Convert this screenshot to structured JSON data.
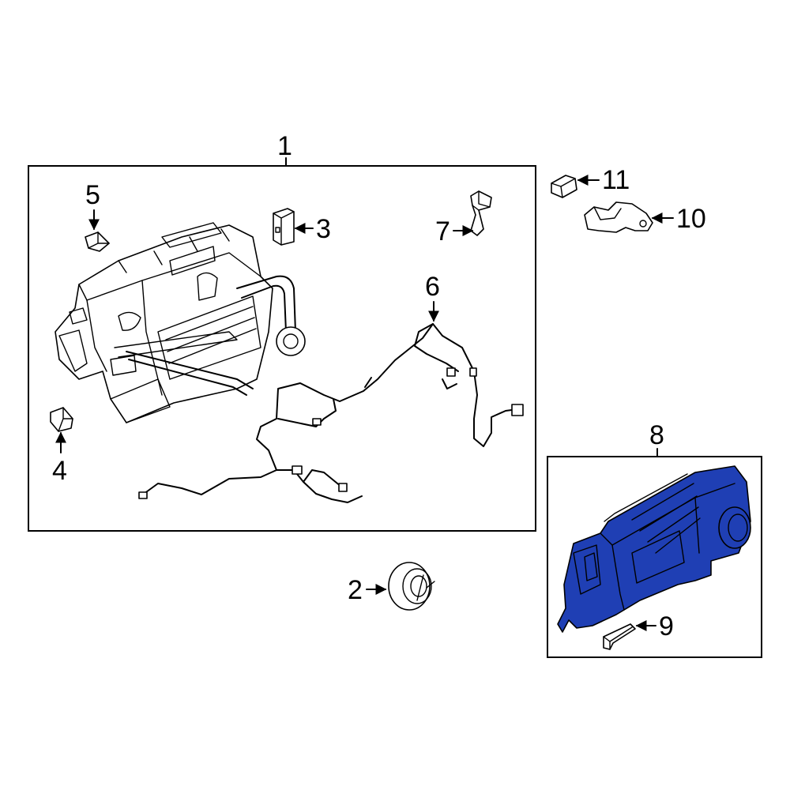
{
  "callouts": {
    "c1": "1",
    "c2": "2",
    "c3": "3",
    "c4": "4",
    "c5": "5",
    "c6": "6",
    "c7": "7",
    "c8": "8",
    "c9": "9",
    "c10": "10",
    "c11": "11"
  },
  "highlight_color": "#1f3fb4",
  "highlighted_part": "8"
}
